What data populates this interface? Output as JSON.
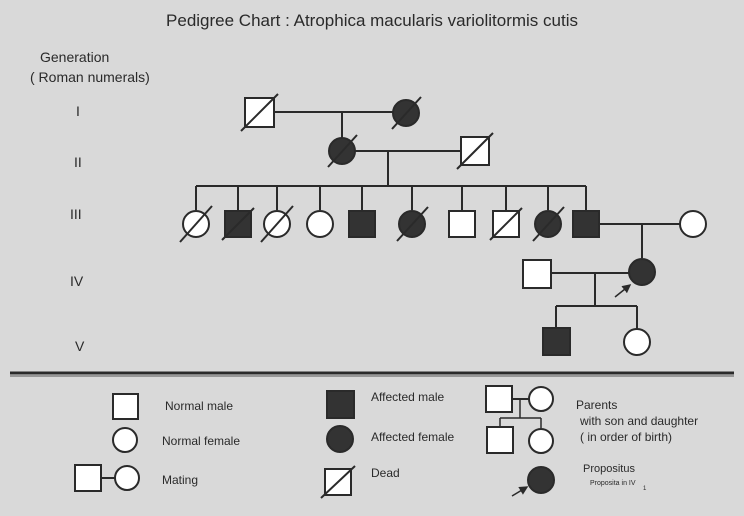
{
  "title": "Pedigree Chart :  Atrophica  macularis  variolitormis  cutis",
  "generation_header": [
    "Generation",
    "( Roman numerals)"
  ],
  "generations": [
    "I",
    "II",
    "III",
    "IV",
    "V"
  ],
  "legend": {
    "normal_male": "Normal male",
    "affected_male": "Affected male",
    "normal_female": "Normal female",
    "affected_female": "Affected  female",
    "mating": "Mating",
    "dead": "Dead",
    "parents_line1": "Parents",
    "parents_line2": "with son and daughter",
    "parents_line3": "( in order of birth)",
    "propositus": "Propositus",
    "proposita_note": "Proposita in IV",
    "proposita_sub": "1"
  },
  "colors": {
    "background": "#d9d9d9",
    "line": "#2a2a2a",
    "affected_fill": "#333333",
    "normal_fill": "#ffffff"
  }
}
